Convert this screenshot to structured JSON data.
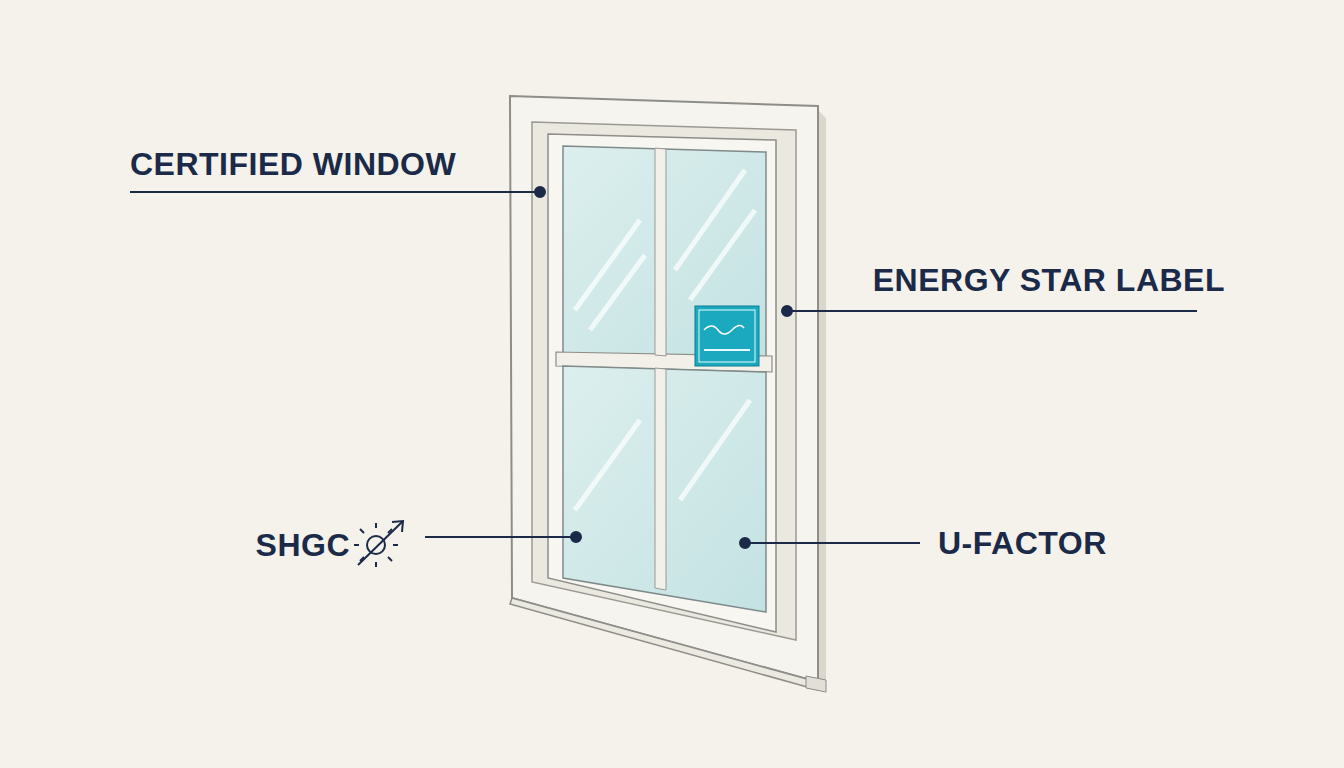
{
  "diagram": {
    "labels": [
      "CERTIFIED WINDOW",
      "ENERGY STAR LABEL",
      "SHGC",
      "U-FACTOR"
    ]
  }
}
